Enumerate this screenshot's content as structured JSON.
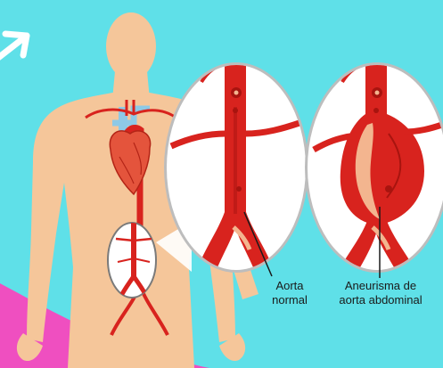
{
  "labels": {
    "normal": {
      "line1": "Aorta",
      "line2": "normal"
    },
    "aneurysm": {
      "line1": "Aneurisma de",
      "line2": "aorta abdominal"
    }
  },
  "colors": {
    "background": "#5fe0e8",
    "skin": "#f5c69a",
    "artery": "#d8231e",
    "artery_dark": "#a8140f",
    "vein": "#8ec9e6",
    "heart": "#e4543c",
    "pink_swoosh": "#ef4fc0",
    "inset_ring": "#7a7a7a",
    "aneurysm_plaque": "#f3b58f"
  },
  "icons": {
    "arrow": "arrow-icon"
  }
}
